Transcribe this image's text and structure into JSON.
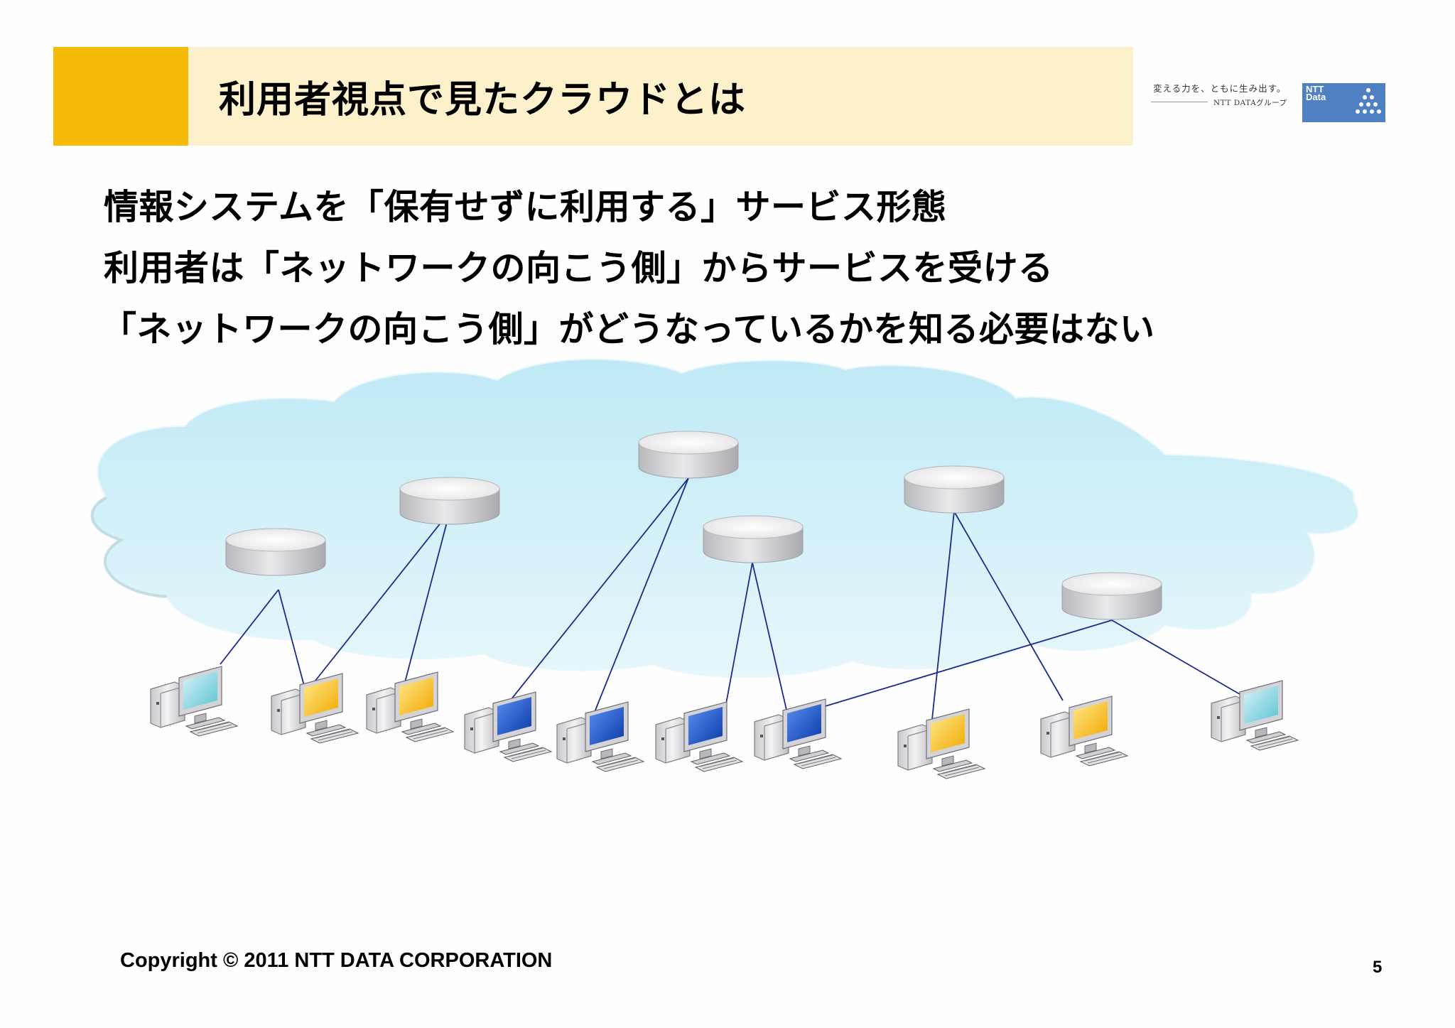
{
  "header": {
    "title": "利用者視点で見たクラウドとは",
    "accent_color": "#f6bb08",
    "bar_color": "#fdf1cc"
  },
  "logo": {
    "tagline": "変える力を、ともに生み出す。",
    "group": "NTT DATAグループ",
    "wordmark_line1": "NTT",
    "wordmark_line2": "Data",
    "color": "#4f80c2"
  },
  "bullets": [
    "情報システムを「保有せずに利用する」サービス形態",
    "利用者は「ネットワークの向こう側」からサービスを受ける",
    "「ネットワークの向こう側」がどうなっているかを知る必要はない"
  ],
  "diagram": {
    "cloud_color": "#cdeef7",
    "server_icon": "server-disk-icon",
    "computer_icon": "desktop-computer-icon",
    "link_color": "#1c2a8a",
    "screen_colors": {
      "cyan": "#7fd3e0",
      "yellow": "#f7c41a",
      "blue": "#1e5fd0"
    }
  },
  "footer": {
    "copyright": "Copyright © 2011 NTT DATA CORPORATION",
    "page_number": "5"
  }
}
